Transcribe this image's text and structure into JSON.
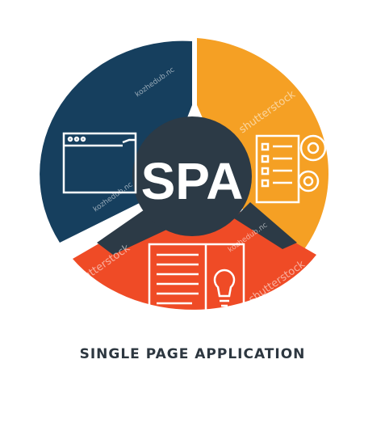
{
  "center": {
    "label": "SPA"
  },
  "caption": "SINGLE PAGE APPLICATION",
  "watermarks": [
    "kozhedub.nc",
    "shutterstock",
    "shutterstock",
    "kozhedub.nc",
    "kozhedub.nc",
    "shutterstock"
  ],
  "segments": [
    {
      "name": "browser-window",
      "color": "#163f5e",
      "icon": "browser-window-icon"
    },
    {
      "name": "settings-list",
      "color": "#f5a024",
      "icon": "list-gears-icon"
    },
    {
      "name": "content-idea",
      "color": "#ef4b26",
      "icon": "document-bulb-icon"
    }
  ],
  "center_color": "#2c3a46"
}
